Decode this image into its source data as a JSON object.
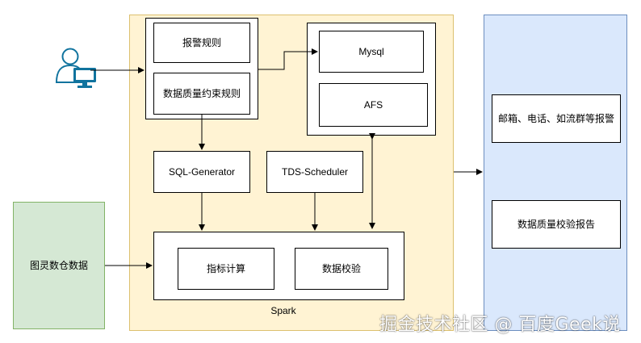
{
  "diagram": {
    "nodes": {
      "alert_rules": "报警规则",
      "quality_rules": "数据质量约束规则",
      "mysql": "Mysql",
      "afs": "AFS",
      "sql_generator": "SQL-Generator",
      "tds_scheduler": "TDS-Scheduler",
      "metric_calc": "指标计算",
      "data_check": "数据校验",
      "spark_label": "Spark",
      "source_warehouse": "图灵数仓数据",
      "notify": "邮箱、电话、如流群等报警",
      "report": "数据质量校验报告"
    },
    "icons": {
      "user": "user-at-computer-icon"
    },
    "colors": {
      "yellow_panel": "#fff2cc",
      "blue_panel": "#dae8fc",
      "green_panel": "#d5e8d4"
    }
  },
  "watermark": "掘金技术社区 @ 百度Geek说"
}
